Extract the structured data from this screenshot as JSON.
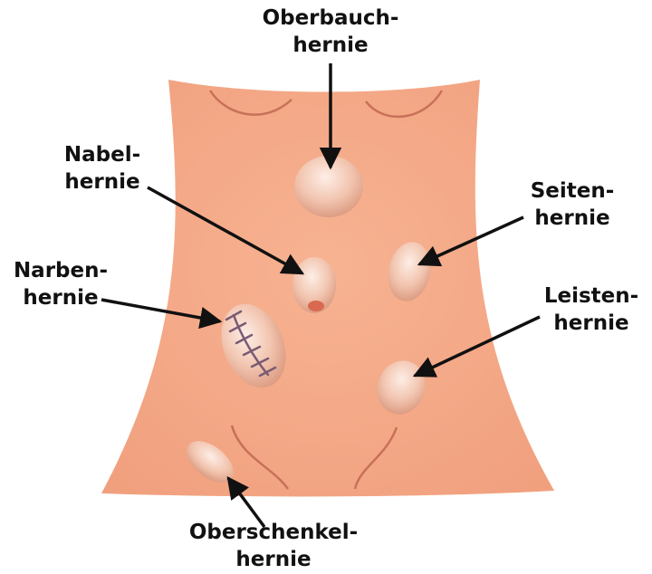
{
  "colors": {
    "skin": "#f4a987",
    "skin_edge": "#e48f6f",
    "crease": "#c8705a",
    "bulge_light": "#fbe4d8",
    "bulge_mid": "#f2c3ae",
    "bulge_dark": "#d9957b",
    "navel": "#d96a50",
    "scar": "#7a5a74",
    "arrow": "#111111",
    "text": "#111111"
  },
  "labels": {
    "oberbauch": {
      "line1": "Oberbauch-",
      "line2": "hernie"
    },
    "nabel": {
      "line1": "Nabel-",
      "line2": "hernie"
    },
    "seiten": {
      "line1": "Seiten-",
      "line2": "hernie"
    },
    "narben": {
      "line1": "Narben-",
      "line2": "hernie"
    },
    "leisten": {
      "line1": "Leisten-",
      "line2": "hernie"
    },
    "oberschenkel": {
      "line1": "Oberschenkel-",
      "line2": "hernie"
    }
  }
}
